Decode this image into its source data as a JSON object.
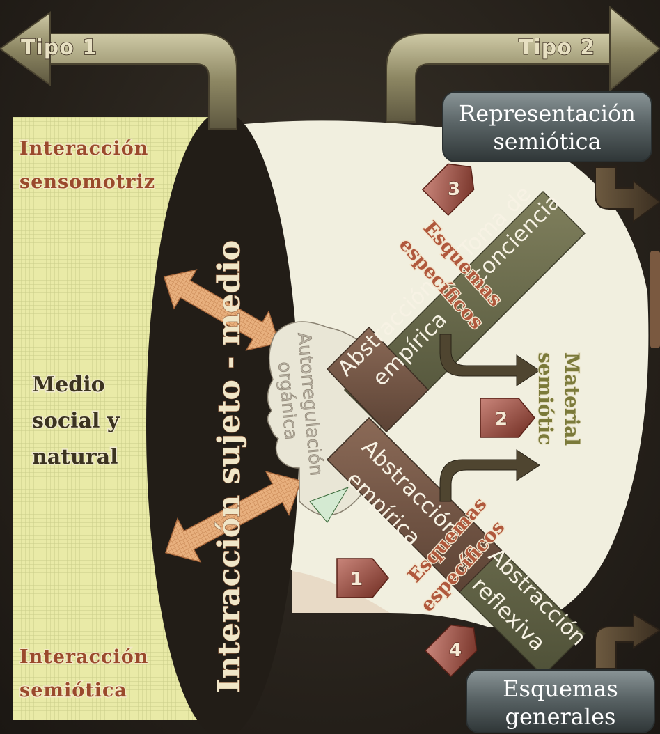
{
  "header": {
    "tipo1": "Tipo 1",
    "tipo2": "Tipo 2"
  },
  "left_panel": {
    "interaccion_sensomotriz_line1": "Interacción",
    "interaccion_sensomotriz_line2": "sensomotriz",
    "medio_line1": "Medio",
    "medio_line2": "social y",
    "medio_line3": "natural",
    "interaccion_semiotica_line1": "Interacción",
    "interaccion_semiotica_line2": "semiótica"
  },
  "center": {
    "interaccion_sujeto_medio": "Interacción sujeto - medio",
    "autorregulacion_line1": "Autorregulación",
    "autorregulacion_line2": "orgánica"
  },
  "upper_band": {
    "line1": "Toma de",
    "line2": "conciencia"
  },
  "upper_lower_band": {
    "line1": "Abstracción",
    "line2": "empírica"
  },
  "upper_esquemas": {
    "line1": "Esquemas",
    "line2": "específicos"
  },
  "lower_upper_band": {
    "line1": "Abstracción",
    "line2": "empírica"
  },
  "lower_band": {
    "line1": "Abstracción",
    "line2": "reflexiva"
  },
  "lower_esquemas": {
    "line1": "Esquemas",
    "line2": "específicos"
  },
  "material_semiotico": {
    "line1": "Material",
    "line2": "semiótic"
  },
  "boxes": {
    "representacion_line1": "Representación",
    "representacion_line2": "semiótica",
    "esquemas_line1": "Esquemas",
    "esquemas_line2": "generales"
  },
  "badges": {
    "b1": "1",
    "b2": "2",
    "b3": "3",
    "b4": "4"
  },
  "colors": {
    "accent_brown": "#9a4a2c",
    "panel_yellow": "#e6e7a3",
    "box_grey": "#5d6668",
    "band_olive": "#6a6a4e",
    "band_brown": "#7a5b4a"
  }
}
